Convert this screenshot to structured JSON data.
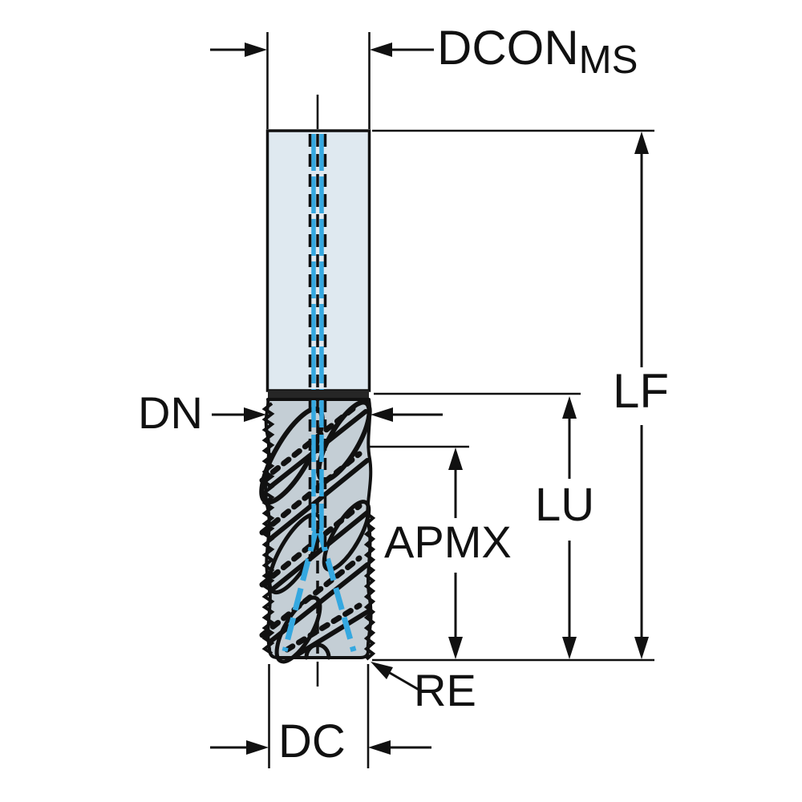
{
  "diagram": {
    "kind": "end-mill-dimension-drawing"
  },
  "labels": {
    "dcon_main": "DCON",
    "dcon_sub": "MS",
    "dn": "DN",
    "lf": "LF",
    "lu": "LU",
    "apmx": "APMX",
    "re": "RE",
    "dc": "DC"
  },
  "colors": {
    "background": "#ffffff",
    "outline": "#111111",
    "shank_fill": "#dfe9f0",
    "flute_fill": "#c4ced5",
    "collar_dark": "#262626",
    "coolant_blue": "#35a8e0"
  }
}
